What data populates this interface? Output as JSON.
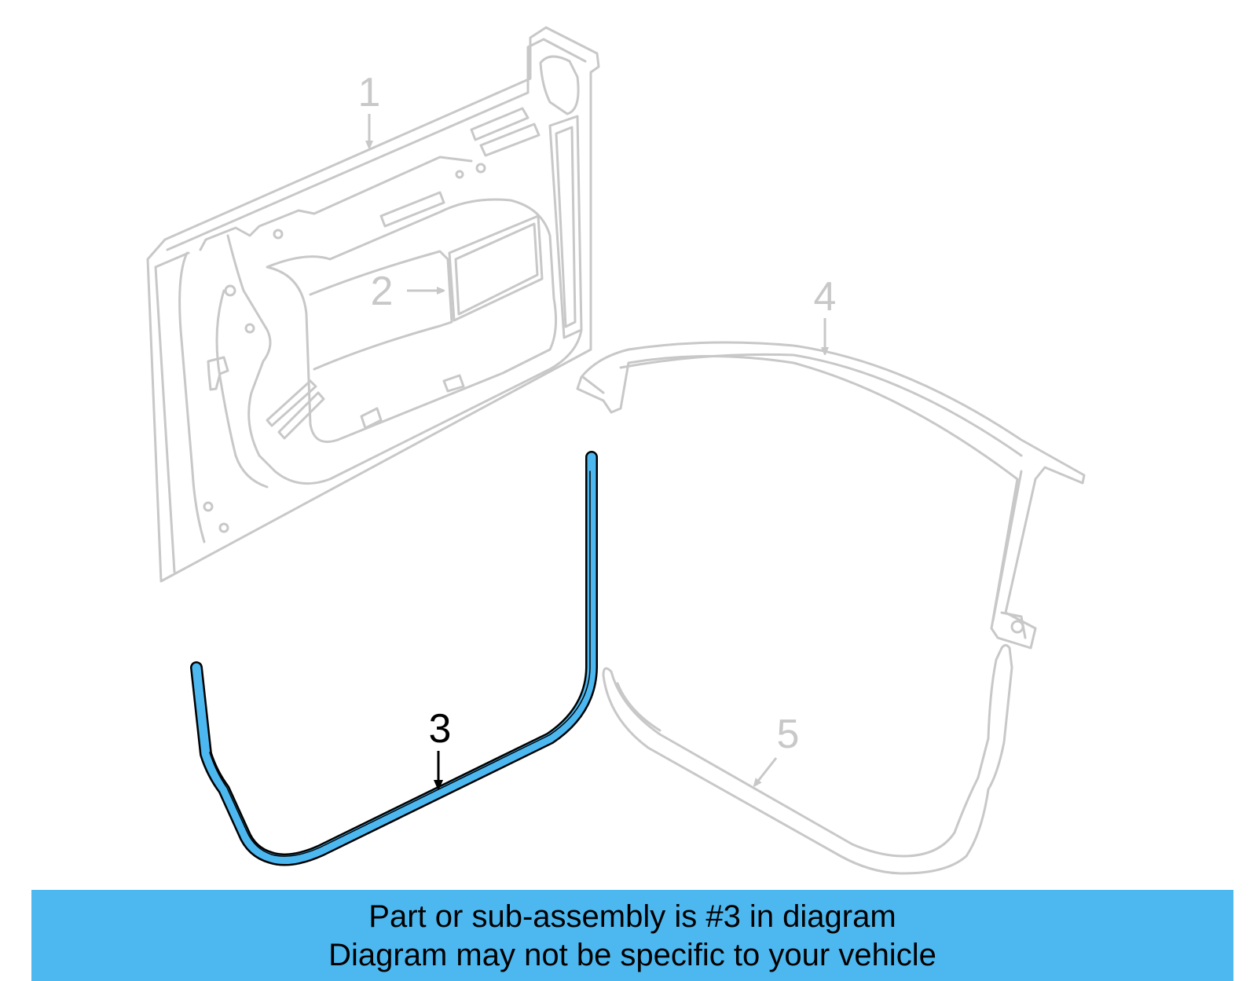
{
  "callouts": {
    "c1": "1",
    "c2": "2",
    "c3": "3",
    "c4": "4",
    "c5": "5"
  },
  "highlighted_part": "3",
  "banner": {
    "line1": "Part or sub-assembly is #3 in diagram",
    "line2": "Diagram may not be specific to your vehicle"
  },
  "colors": {
    "background": "#ffffff",
    "faint_line": "#c8c8c8",
    "highlight_fill": "#4db8f0",
    "highlight_outline": "#000000",
    "banner": "#4db8f0"
  }
}
